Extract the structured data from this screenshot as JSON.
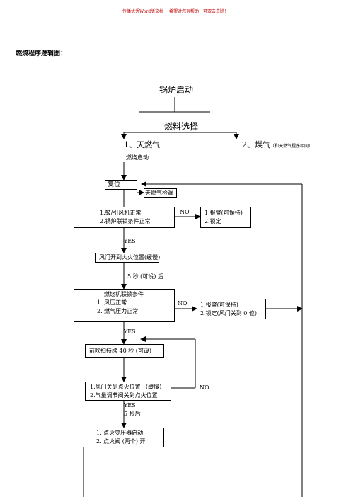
{
  "header": {
    "note": "传播优秀Word版文档 ，希望对您有帮助，可双击去除！"
  },
  "title": "燃烧程序逻辑图：",
  "flow": {
    "start": "锅炉启动",
    "fuel_select": "燃料选择",
    "option_gas": "1、天燃气",
    "burner_start": "燃烧启动",
    "option_coal": "2、煤气",
    "option_coal_note": "（和天燃气程序相同）",
    "reset": "复位",
    "gas_leak_check": "天燃气检漏",
    "check1": {
      "line1": "1.鼓/引风机正常",
      "line2": "2.锅炉联锁条件正常"
    },
    "no1": "NO",
    "alarm1": {
      "line1": "1.报警(可保持)",
      "line2": "2.锁定"
    },
    "yes1": "YES",
    "damper_max": "风门开到大火位置(缓慢)",
    "delay1": "5 秒 (可设) 后",
    "check2": {
      "title": "燃烧机联锁条件",
      "line1": "1.   风压正常",
      "line2": "2.   燃气压力正常"
    },
    "no2": "NO",
    "alarm2": {
      "line1": "1.报警(可保持)",
      "line2": "2.锁定(风门关到 0 位)"
    },
    "yes2": "YES",
    "prepurge": "前吹扫持续 40 秒 (可设)",
    "ignition_pos": {
      "line1": "1.风门关到点火位置 （缓慢）",
      "line2": "2.气量调节阀关到点火位置"
    },
    "no3": "NO",
    "yes3": "YES",
    "delay2": "5 秒后",
    "ignite": {
      "line1": "1.  点火变压器启动",
      "line2": "2.  点火阀 (两个) 开"
    }
  }
}
